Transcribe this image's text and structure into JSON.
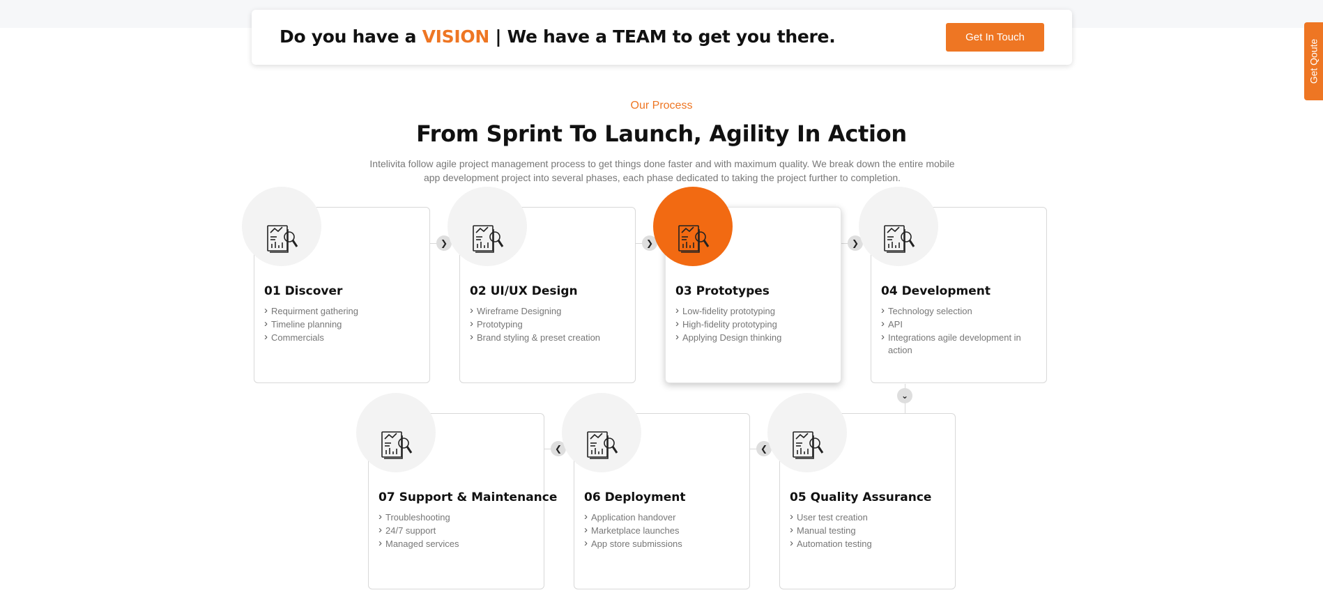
{
  "banner": {
    "text_before": "Do you have a ",
    "highlight": "VISION",
    "text_after": " | We have a TEAM to get you there.",
    "button_label": "Get In Touch"
  },
  "side_tab": {
    "label": "Get Qoute"
  },
  "section": {
    "eyebrow": "Our Process",
    "title": "From Sprint To Launch, Agility In Action",
    "description": "Intelivita follow agile project management process to get things done faster and with maximum quality. We break down the entire mobile app development project into several phases, each phase dedicated to taking the project further to completion."
  },
  "steps": [
    {
      "title": "01 Discover",
      "items": [
        "Requirment gathering",
        "Timeline planning",
        "Commercials"
      ],
      "icon": "analytics-report-icon"
    },
    {
      "title": "02 UI/UX Design",
      "items": [
        "Wireframe Designing",
        "Prototyping",
        "Brand styling & preset creation"
      ],
      "icon": "analytics-report-icon"
    },
    {
      "title": "03 Prototypes",
      "items": [
        "Low-fidelity prototyping",
        "High-fidelity prototyping",
        "Applying Design thinking"
      ],
      "icon": "analytics-report-icon"
    },
    {
      "title": "04 Development",
      "items": [
        "Technology selection",
        "API",
        "Integrations agile development in action"
      ],
      "icon": "analytics-report-icon"
    },
    {
      "title": "05 Quality Assurance",
      "items": [
        "User test creation",
        "Manual testing",
        "Automation testing"
      ],
      "icon": "analytics-report-icon"
    },
    {
      "title": "06 Deployment",
      "items": [
        "Application handover",
        "Marketplace launches",
        "App store submissions"
      ],
      "icon": "analytics-report-icon"
    },
    {
      "title": "07 Support & Maintenance",
      "items": [
        "Troubleshooting",
        "24/7 support",
        "Managed services"
      ],
      "icon": "analytics-report-icon"
    }
  ],
  "connectors": {
    "right": "❯",
    "left": "❮",
    "down": "⌄"
  },
  "colors": {
    "accent": "#ee7623",
    "active_blob": "#f26a12"
  }
}
